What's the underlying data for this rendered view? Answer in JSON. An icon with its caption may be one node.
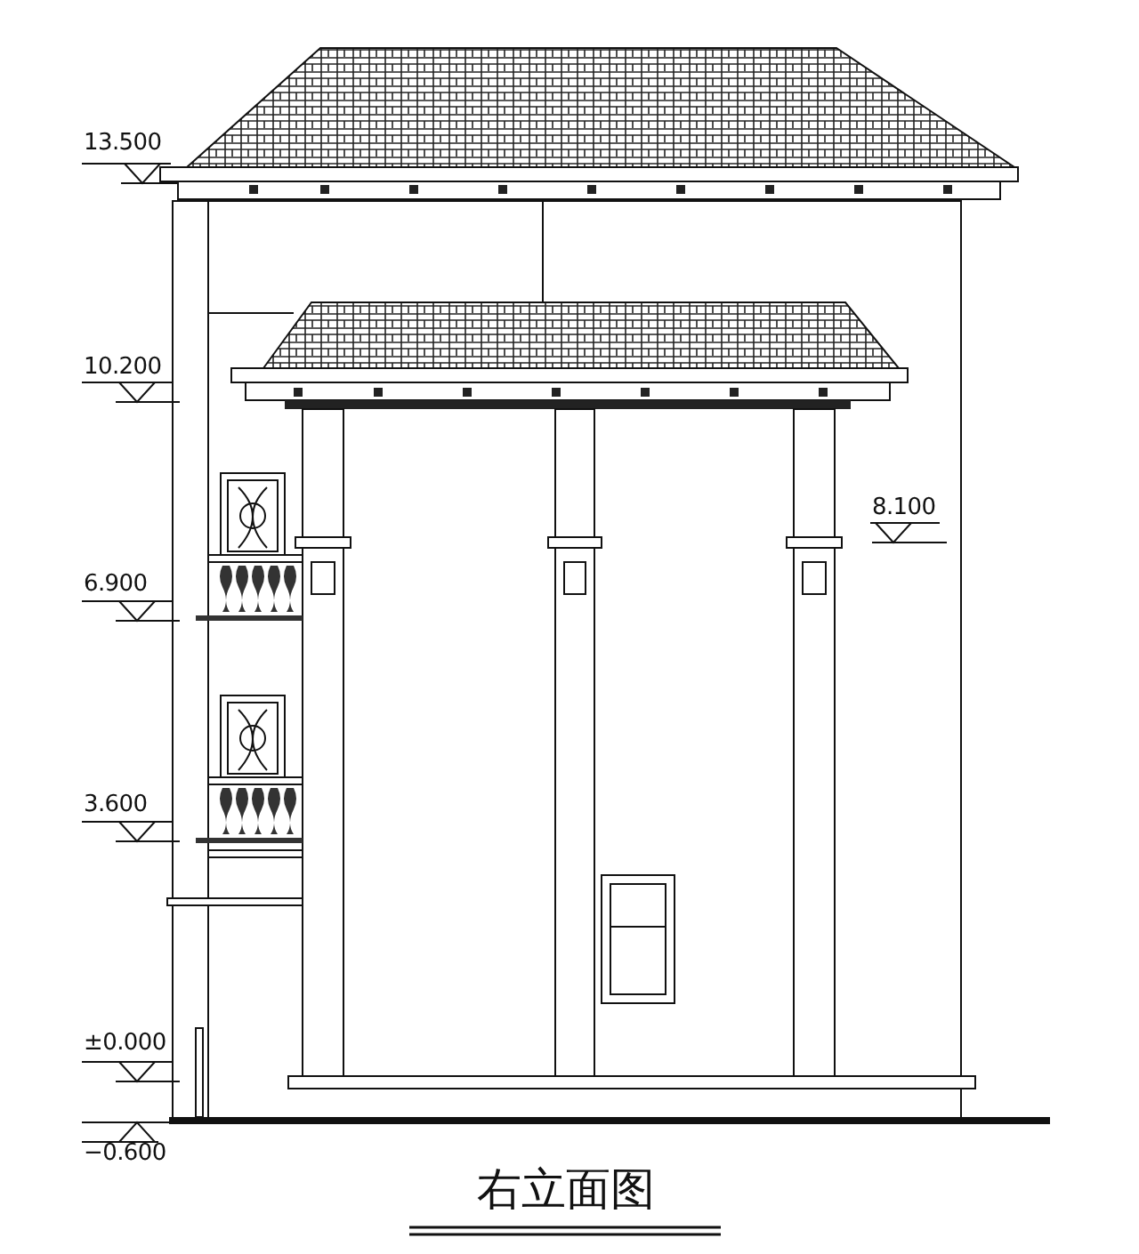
{
  "diagram": {
    "title": "右立面图",
    "labels": [
      "13.500",
      "10.200",
      "8.100",
      "6.900",
      "3.600",
      "±0.000",
      "−0.600"
    ]
  }
}
